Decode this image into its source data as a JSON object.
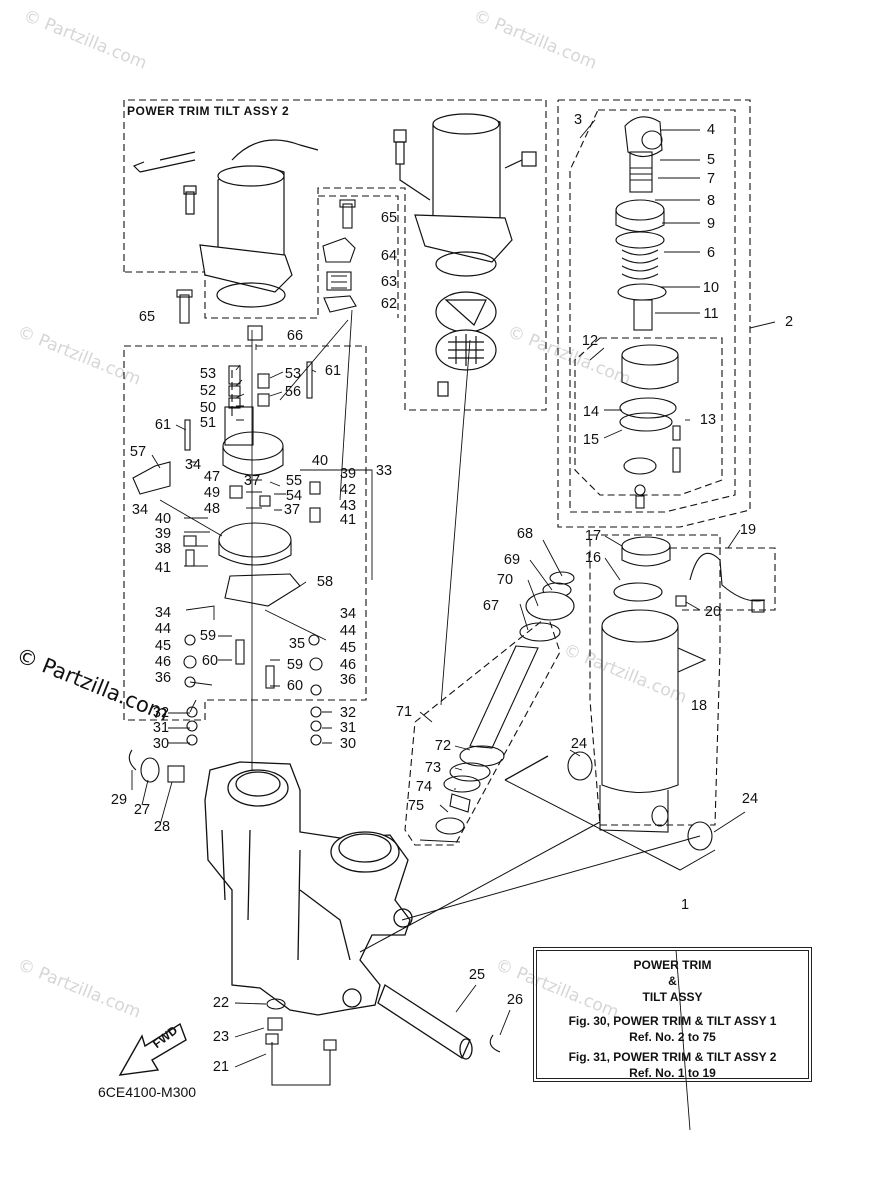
{
  "diagram": {
    "assembly_title": "POWER TRIM TILT ASSY 2",
    "drawing_code": "6CE4100-M300",
    "fwd_label": "FWD",
    "reference_box": {
      "heading_line1": "POWER TRIM",
      "heading_line2": "&",
      "heading_line3": "TILT ASSY",
      "ref1_figure": "Fig. 30, POWER TRIM & TILT ASSY 1",
      "ref1_range": "Ref. No. 2 to 75",
      "ref2_figure": "Fig. 31, POWER TRIM & TILT ASSY 2",
      "ref2_range": "Ref. No. 1 to 19"
    },
    "watermark_text": "© Partzilla.com",
    "callouts": [
      "1",
      "2",
      "3",
      "4",
      "5",
      "7",
      "8",
      "9",
      "6",
      "10",
      "11",
      "12",
      "13",
      "14",
      "15",
      "16",
      "17",
      "18",
      "19",
      "20",
      "21",
      "22",
      "23",
      "24",
      "24",
      "25",
      "26",
      "27",
      "28",
      "29",
      "30",
      "30",
      "31",
      "31",
      "32",
      "32",
      "33",
      "34",
      "34",
      "34",
      "34",
      "35",
      "36",
      "36",
      "37",
      "37",
      "38",
      "39",
      "39",
      "40",
      "40",
      "41",
      "41",
      "42",
      "43",
      "44",
      "44",
      "45",
      "45",
      "46",
      "46",
      "47",
      "48",
      "49",
      "50",
      "51",
      "52",
      "53",
      "53",
      "54",
      "55",
      "56",
      "57",
      "58",
      "59",
      "59",
      "60",
      "60",
      "61",
      "61",
      "62",
      "63",
      "64",
      "65",
      "65",
      "66",
      "67",
      "68",
      "69",
      "70",
      "71",
      "72",
      "73",
      "74",
      "75"
    ]
  }
}
